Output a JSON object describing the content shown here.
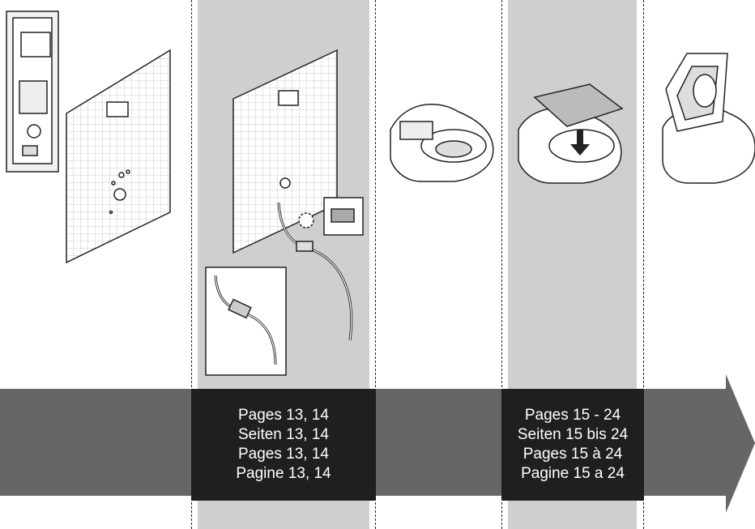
{
  "stage2": {
    "lines": [
      "Pages 13, 14",
      "Seiten 13, 14",
      "Pages 13, 14",
      "Pagine 13, 14"
    ]
  },
  "stage4": {
    "lines": [
      "Pages 15 - 24",
      "Seiten 15 bis 24",
      "Pages 15 à 24",
      "Pagine 15 a 24"
    ]
  },
  "colors": {
    "arrow": "#666666",
    "shade": "#cfcfcf",
    "label_bg": "#1f1f1f",
    "label_text": "#ffffff"
  }
}
